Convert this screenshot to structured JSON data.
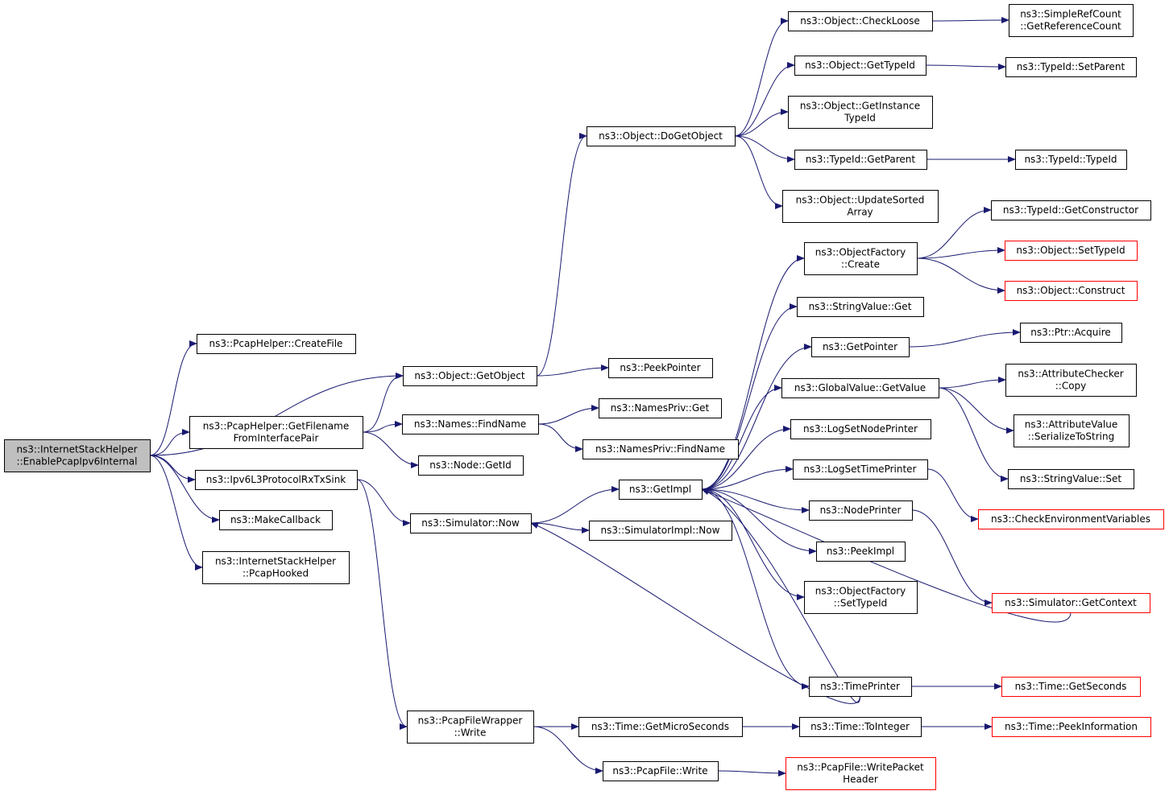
{
  "colors": {
    "edge": "#191970",
    "node_border": "#000000",
    "node_border_truncated": "#ff0000",
    "root_fill": "#bfbfbf",
    "node_fill": "#ffffff",
    "text": "#000000"
  },
  "nodes": [
    {
      "id": "root",
      "lines": [
        "ns3::InternetStackHelper",
        "::EnablePcapIpv6Internal"
      ],
      "root": true
    },
    {
      "id": "pcap_createfile",
      "lines": [
        "ns3::PcapHelper::CreateFile"
      ]
    },
    {
      "id": "pcap_getfilename",
      "lines": [
        "ns3::PcapHelper::GetFilename",
        "FromInterfacePair"
      ]
    },
    {
      "id": "ipv6l3_sink",
      "lines": [
        "ns3::Ipv6L3ProtocolRxTxSink"
      ]
    },
    {
      "id": "makecallback",
      "lines": [
        "ns3::MakeCallback"
      ]
    },
    {
      "id": "pcaphooked",
      "lines": [
        "ns3::InternetStackHelper",
        "::PcapHooked"
      ]
    },
    {
      "id": "object_getobject",
      "lines": [
        "ns3::Object::GetObject"
      ]
    },
    {
      "id": "names_findname",
      "lines": [
        "ns3::Names::FindName"
      ]
    },
    {
      "id": "node_getid",
      "lines": [
        "ns3::Node::GetId"
      ]
    },
    {
      "id": "simulator_now",
      "lines": [
        "ns3::Simulator::Now"
      ]
    },
    {
      "id": "pcapfilewrapper_write",
      "lines": [
        "ns3::PcapFileWrapper",
        "::Write"
      ]
    },
    {
      "id": "object_dogetobject",
      "lines": [
        "ns3::Object::DoGetObject"
      ]
    },
    {
      "id": "peekpointer",
      "lines": [
        "ns3::PeekPointer"
      ]
    },
    {
      "id": "namespriv_get",
      "lines": [
        "ns3::NamesPriv::Get"
      ]
    },
    {
      "id": "namespriv_findname",
      "lines": [
        "ns3::NamesPriv::FindName"
      ]
    },
    {
      "id": "getimpl",
      "lines": [
        "ns3::GetImpl"
      ]
    },
    {
      "id": "simulatorimpl_now",
      "lines": [
        "ns3::SimulatorImpl::Now"
      ]
    },
    {
      "id": "time_getmicroseconds",
      "lines": [
        "ns3::Time::GetMicroSeconds"
      ]
    },
    {
      "id": "pcapfile_write",
      "lines": [
        "ns3::PcapFile::Write"
      ]
    },
    {
      "id": "object_checkloose",
      "lines": [
        "ns3::Object::CheckLoose"
      ]
    },
    {
      "id": "object_gettypeid",
      "lines": [
        "ns3::Object::GetTypeId"
      ]
    },
    {
      "id": "object_getinstancetypeid",
      "lines": [
        "ns3::Object::GetInstance",
        "TypeId"
      ]
    },
    {
      "id": "typeid_getparent",
      "lines": [
        "ns3::TypeId::GetParent"
      ]
    },
    {
      "id": "object_updatesortedarray",
      "lines": [
        "ns3::Object::UpdateSorted",
        "Array"
      ]
    },
    {
      "id": "objectfactory_create",
      "lines": [
        "ns3::ObjectFactory",
        "::Create"
      ]
    },
    {
      "id": "stringvalue_get",
      "lines": [
        "ns3::StringValue::Get"
      ]
    },
    {
      "id": "getpointer",
      "lines": [
        "ns3::GetPointer"
      ]
    },
    {
      "id": "globalvalue_getvalue",
      "lines": [
        "ns3::GlobalValue::GetValue"
      ]
    },
    {
      "id": "logsetnodeprinter",
      "lines": [
        "ns3::LogSetNodePrinter"
      ]
    },
    {
      "id": "logsettimeprinter",
      "lines": [
        "ns3::LogSetTimePrinter"
      ]
    },
    {
      "id": "nodeprinter",
      "lines": [
        "ns3::NodePrinter"
      ]
    },
    {
      "id": "peekimpl",
      "lines": [
        "ns3::PeekImpl"
      ]
    },
    {
      "id": "objectfactory_settypeid",
      "lines": [
        "ns3::ObjectFactory",
        "::SetTypeId"
      ]
    },
    {
      "id": "timeprinter",
      "lines": [
        "ns3::TimePrinter"
      ]
    },
    {
      "id": "time_tointeger",
      "lines": [
        "ns3::Time::ToInteger"
      ]
    },
    {
      "id": "pcapfile_writepacketheader",
      "lines": [
        "ns3::PcapFile::WritePacket",
        "Header"
      ],
      "truncated": true
    },
    {
      "id": "simplerefcount_getreferencecount",
      "lines": [
        "ns3::SimpleRefCount",
        "::GetReferenceCount"
      ]
    },
    {
      "id": "typeid_setparent",
      "lines": [
        "ns3::TypeId::SetParent"
      ]
    },
    {
      "id": "typeid_typeid",
      "lines": [
        "ns3::TypeId::TypeId"
      ]
    },
    {
      "id": "typeid_getconstructor",
      "lines": [
        "ns3::TypeId::GetConstructor"
      ]
    },
    {
      "id": "object_settypeid",
      "lines": [
        "ns3::Object::SetTypeId"
      ],
      "truncated": true
    },
    {
      "id": "object_construct",
      "lines": [
        "ns3::Object::Construct"
      ],
      "truncated": true
    },
    {
      "id": "ptr_acquire",
      "lines": [
        "ns3::Ptr::Acquire"
      ]
    },
    {
      "id": "attributechecker_copy",
      "lines": [
        "ns3::AttributeChecker",
        "::Copy"
      ]
    },
    {
      "id": "attributevalue_serializetostring",
      "lines": [
        "ns3::AttributeValue",
        "::SerializeToString"
      ]
    },
    {
      "id": "stringvalue_set",
      "lines": [
        "ns3::StringValue::Set"
      ]
    },
    {
      "id": "checkenvironmentvariables",
      "lines": [
        "ns3::CheckEnvironmentVariables"
      ],
      "truncated": true
    },
    {
      "id": "simulator_getcontext",
      "lines": [
        "ns3::Simulator::GetContext"
      ],
      "truncated": true
    },
    {
      "id": "time_getseconds",
      "lines": [
        "ns3::Time::GetSeconds"
      ],
      "truncated": true
    },
    {
      "id": "time_peekinformation",
      "lines": [
        "ns3::Time::PeekInformation"
      ],
      "truncated": true
    }
  ],
  "edges": [
    [
      "root",
      "pcap_createfile"
    ],
    [
      "root",
      "object_getobject"
    ],
    [
      "root",
      "pcap_getfilename"
    ],
    [
      "root",
      "ipv6l3_sink"
    ],
    [
      "root",
      "makecallback"
    ],
    [
      "root",
      "pcaphooked"
    ],
    [
      "pcap_getfilename",
      "object_getobject"
    ],
    [
      "pcap_getfilename",
      "names_findname"
    ],
    [
      "pcap_getfilename",
      "node_getid"
    ],
    [
      "ipv6l3_sink",
      "simulator_now"
    ],
    [
      "ipv6l3_sink",
      "pcapfilewrapper_write"
    ],
    [
      "object_getobject",
      "object_dogetobject"
    ],
    [
      "object_getobject",
      "peekpointer"
    ],
    [
      "names_findname",
      "namespriv_get"
    ],
    [
      "names_findname",
      "namespriv_findname"
    ],
    [
      "simulator_now",
      "getimpl"
    ],
    [
      "simulator_now",
      "simulatorimpl_now"
    ],
    [
      "pcapfilewrapper_write",
      "time_getmicroseconds"
    ],
    [
      "pcapfilewrapper_write",
      "pcapfile_write"
    ],
    [
      "object_dogetobject",
      "object_checkloose"
    ],
    [
      "object_dogetobject",
      "object_gettypeid"
    ],
    [
      "object_dogetobject",
      "object_getinstancetypeid"
    ],
    [
      "object_dogetobject",
      "typeid_getparent"
    ],
    [
      "object_dogetobject",
      "object_updatesortedarray"
    ],
    [
      "object_checkloose",
      "simplerefcount_getreferencecount"
    ],
    [
      "object_gettypeid",
      "typeid_setparent"
    ],
    [
      "typeid_getparent",
      "typeid_typeid"
    ],
    [
      "getimpl",
      "objectfactory_create"
    ],
    [
      "getimpl",
      "stringvalue_get"
    ],
    [
      "getimpl",
      "getpointer"
    ],
    [
      "getimpl",
      "globalvalue_getvalue"
    ],
    [
      "getimpl",
      "logsetnodeprinter"
    ],
    [
      "getimpl",
      "logsettimeprinter"
    ],
    [
      "getimpl",
      "nodeprinter"
    ],
    [
      "getimpl",
      "peekimpl"
    ],
    [
      "getimpl",
      "objectfactory_settypeid"
    ],
    [
      "getimpl",
      "timeprinter"
    ],
    [
      "objectfactory_create",
      "typeid_getconstructor"
    ],
    [
      "objectfactory_create",
      "object_settypeid"
    ],
    [
      "objectfactory_create",
      "object_construct"
    ],
    [
      "getpointer",
      "ptr_acquire"
    ],
    [
      "globalvalue_getvalue",
      "attributechecker_copy"
    ],
    [
      "globalvalue_getvalue",
      "attributevalue_serializetostring"
    ],
    [
      "globalvalue_getvalue",
      "stringvalue_set"
    ],
    [
      "logsettimeprinter",
      "checkenvironmentvariables"
    ],
    [
      "nodeprinter",
      "simulator_getcontext"
    ],
    [
      "simulator_getcontext",
      "getimpl"
    ],
    [
      "timeprinter",
      "simulator_now"
    ],
    [
      "timeprinter",
      "getimpl"
    ],
    [
      "timeprinter",
      "time_getseconds"
    ],
    [
      "time_getmicroseconds",
      "time_tointeger"
    ],
    [
      "time_tointeger",
      "time_peekinformation"
    ],
    [
      "pcapfile_write",
      "pcapfile_writepacketheader"
    ]
  ]
}
